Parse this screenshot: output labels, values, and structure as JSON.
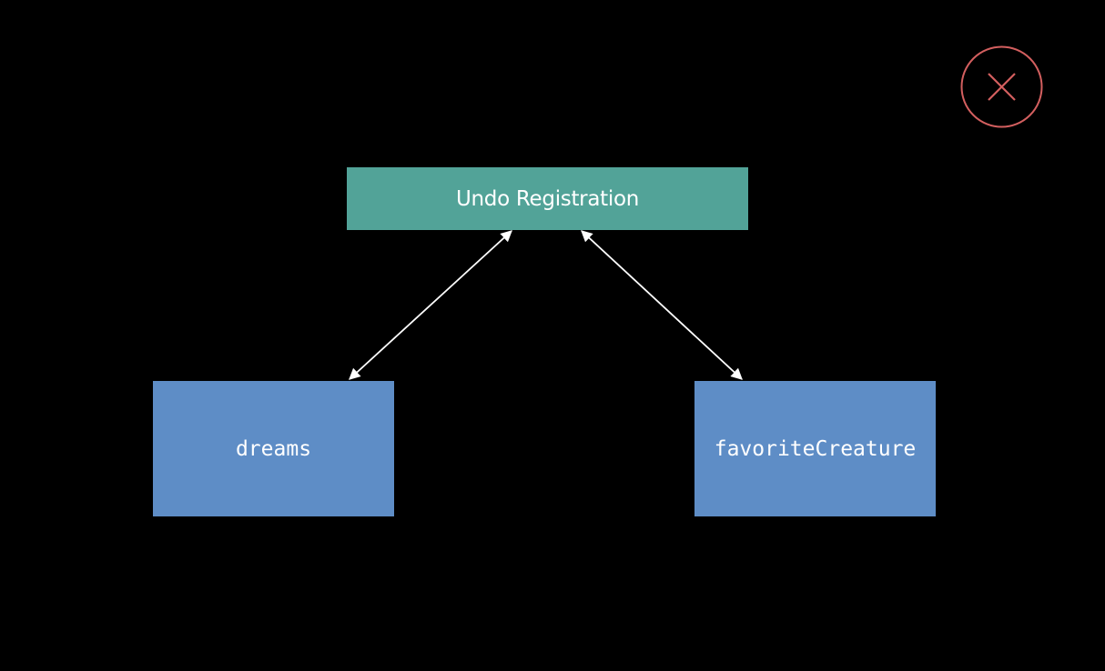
{
  "diagram": {
    "top_node": {
      "label": "Undo Registration"
    },
    "left_node": {
      "label": "dreams"
    },
    "right_node": {
      "label": "favoriteCreature"
    },
    "connectors": [
      {
        "from": "Undo Registration",
        "to": "dreams",
        "direction": "bidirectional"
      },
      {
        "from": "Undo Registration",
        "to": "favoriteCreature",
        "direction": "bidirectional"
      }
    ]
  },
  "close_button": {
    "icon": "close-icon"
  },
  "colors": {
    "background": "#000000",
    "undo_node": "#52a398",
    "code_node": "#5e8dc6",
    "connector": "#ffffff",
    "close_icon": "#d35f5f"
  }
}
